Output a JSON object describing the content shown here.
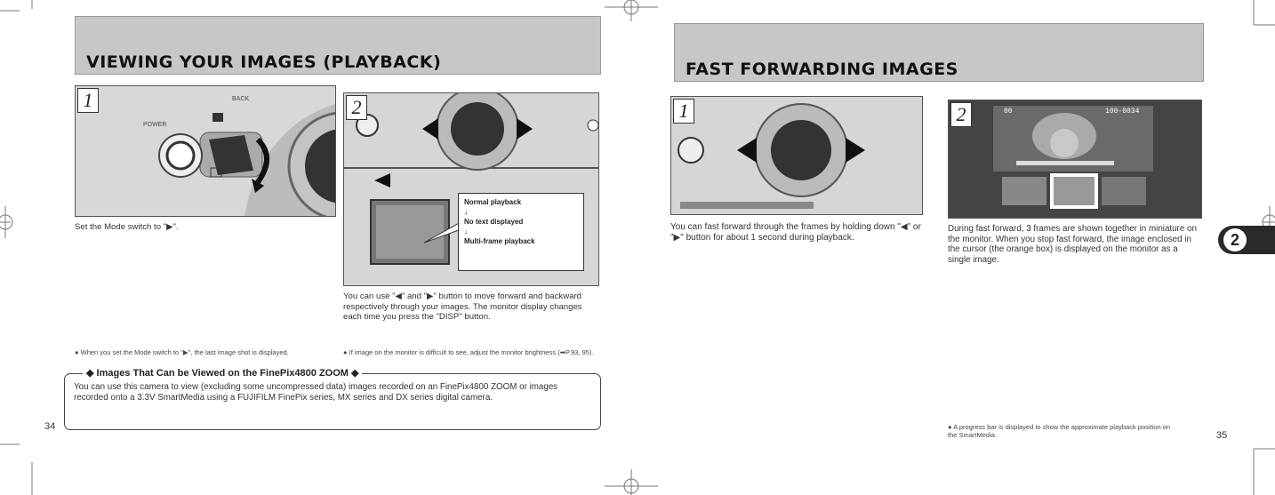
{
  "left_page": {
    "title": "VIEWING YOUR IMAGES (PLAYBACK)",
    "fig1": {
      "number": "1",
      "labels": {
        "power": "POWER",
        "back": "BACK",
        "camera_icon": "camera-icon",
        "playback_icon": "playback-icon"
      }
    },
    "fig2": {
      "number": "2",
      "flow": [
        "Normal playback",
        "No text displayed",
        "Multi-frame playback"
      ],
      "flow_arrow": "↓"
    },
    "step1_text": "Set the Mode switch to \"▶\".",
    "step2_text": "You can use \"◀\" and \"▶\" button to move forward and backward respectively through your images. The monitor display changes each time you press the \"DISP\" button.",
    "note1": "When you set the Mode switch to \"▶\", the last image shot is displayed.",
    "note2": "If image on the monitor is difficult to see, adjust the monitor brightness (➡P.93, 95).",
    "box_title": "◆ Images That Can be Viewed on the FinePix4800 ZOOM ◆",
    "box_text": "You can use this camera to view (excluding some uncompressed data) images recorded on an FinePix4800 ZOOM or images recorded onto a 3.3V SmartMedia using a FUJIFILM FinePix series, MX series and DX series digital camera.",
    "page_number": "34"
  },
  "right_page": {
    "title": "FAST FORWARDING IMAGES",
    "fig1": {
      "number": "1"
    },
    "fig2": {
      "number": "2",
      "lcd_left": "00",
      "lcd_right": "100-0034"
    },
    "step1_text": "You can fast forward through the frames by holding down \"◀\" or \"▶\" button for about 1 second during playback.",
    "step2_text": "During fast forward, 3 frames are shown together in miniature on the monitor. When you stop fast forward, the image enclosed in the cursor (the orange box) is displayed on the monitor as a single image.",
    "note": "A progress bar is displayed to show the approximate playback position on the SmartMedia.",
    "chapter_tab": "2",
    "page_number": "35"
  }
}
